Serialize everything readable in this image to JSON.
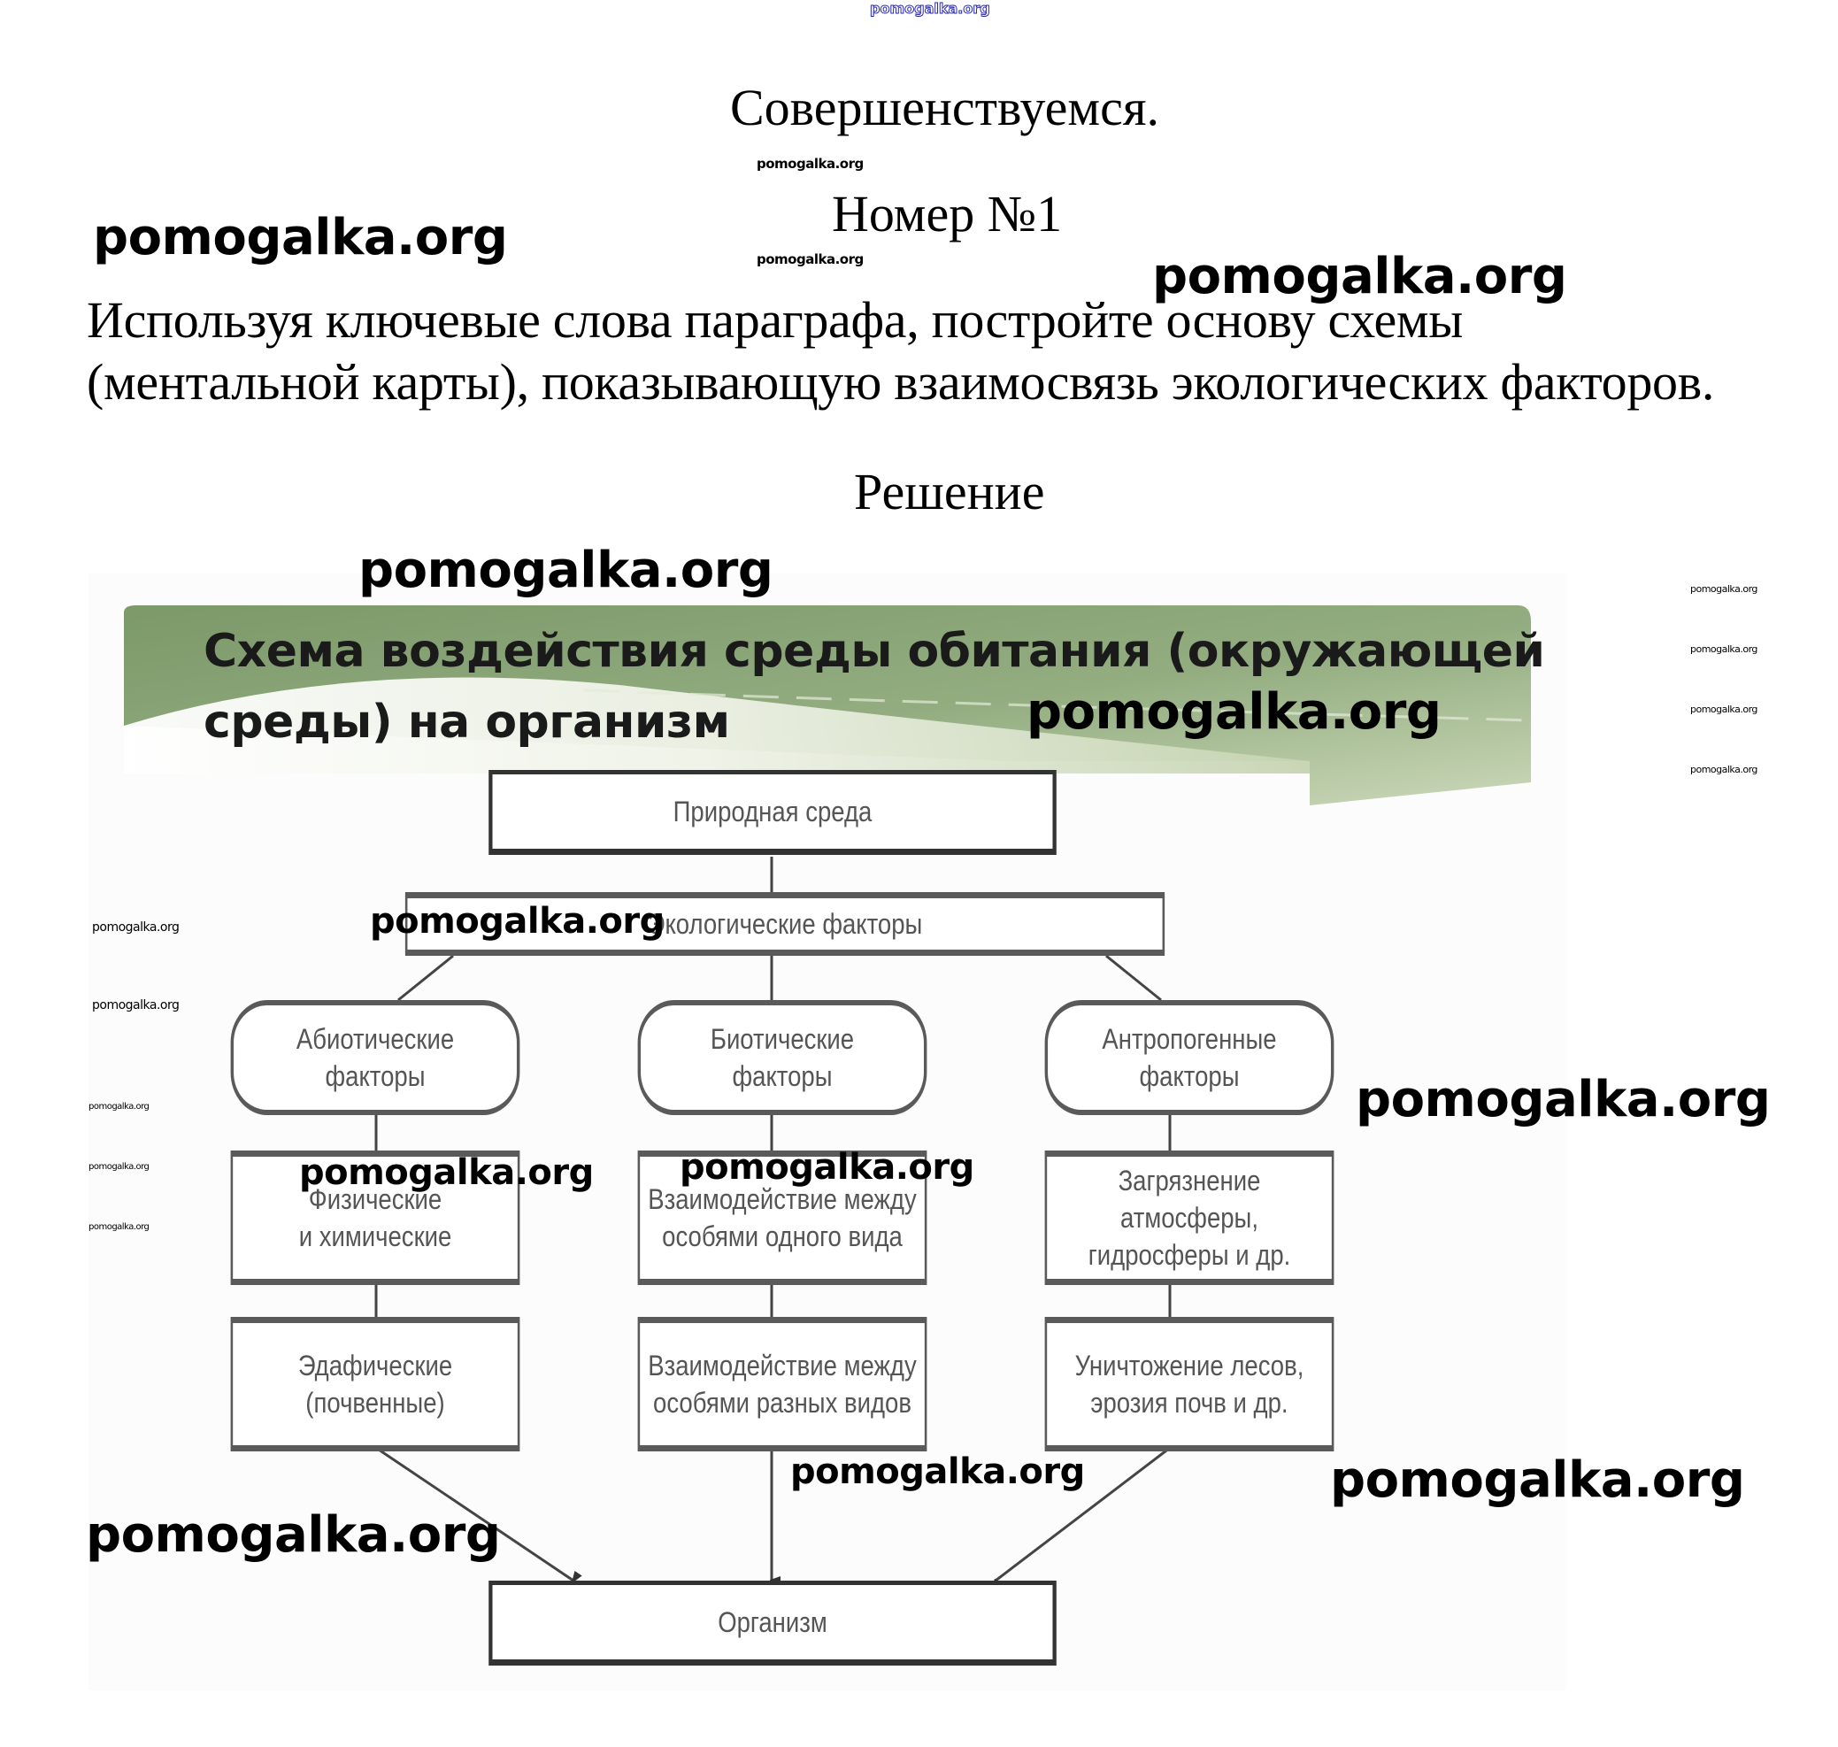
{
  "header": {
    "top_watermark": "pomogalka.org",
    "section_title": "Совершенствуемся.",
    "task_number": "Номер №1",
    "task_text_line1": "Используя ключевые слова параграфа, постройте основу схемы",
    "task_text_line2": "(ментальной карты), показывающую взаимосвязь экологических факторов.",
    "solution_label": "Решение"
  },
  "diagram": {
    "title_line1": "Схема воздействия среды обитания (окружающей",
    "title_line2": "среды) на организм",
    "banner_colors": {
      "dark": "#7e9a6c",
      "light": "#c9d6b6"
    },
    "root": "Природная среда",
    "level2": "Экологические факторы",
    "categories": [
      {
        "label_line1": "Абиотические",
        "label_line2": "факторы",
        "item1_line1": "Физические",
        "item1_line2": "и химические",
        "item2_line1": "Эдафические",
        "item2_line2": "(почвенные)"
      },
      {
        "label_line1": "Биотические",
        "label_line2": "факторы",
        "item1_line1": "Взаимодействие между",
        "item1_line2": "особями одного вида",
        "item2_line1": "Взаимодействие между",
        "item2_line2": "особями разных видов"
      },
      {
        "label_line1": "Антропогенные",
        "label_line2": "факторы",
        "item1_line1": "Загрязнение атмосферы,",
        "item1_line2": "гидросферы и др.",
        "item2_line1": "Уничтожение лесов,",
        "item2_line2": "эрозия почв и др."
      }
    ],
    "target": "Организм"
  },
  "watermarks": {
    "text": "pomogalka.org"
  }
}
